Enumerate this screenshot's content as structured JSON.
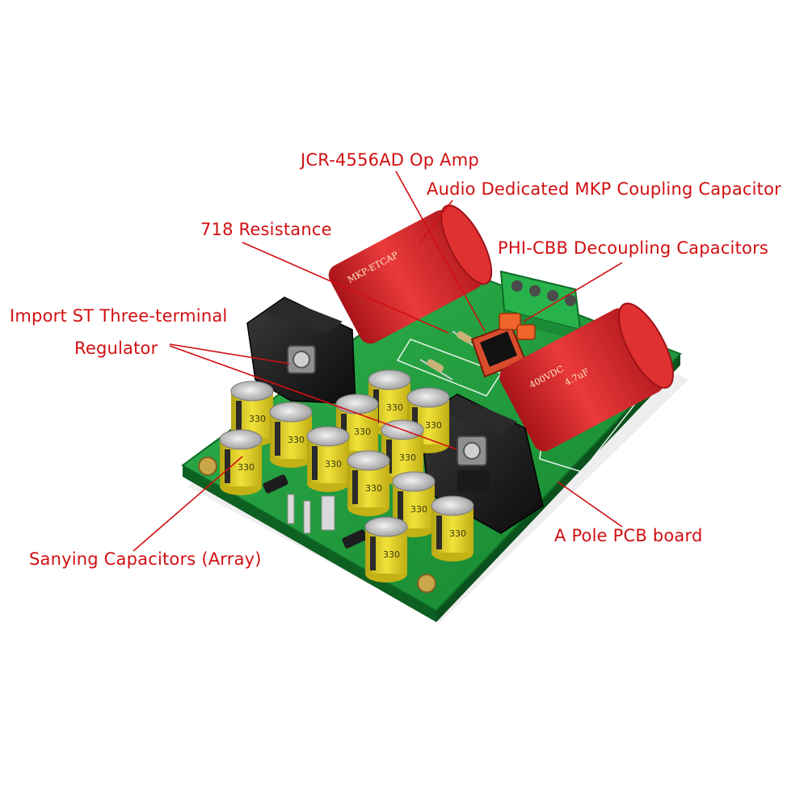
{
  "labels": {
    "op_amp": "JCR-4556AD Op Amp",
    "mkp_coupling": "Audio Dedicated MKP Coupling Capacitor",
    "resistance": "718 Resistance",
    "phi_cbb": "PHI-CBB Decoupling Capacitors",
    "regulator_line1": "Import ST Three-terminal",
    "regulator_line2": "Regulator",
    "pcb_board": "A Pole PCB board",
    "sanying_caps": "Sanying Capacitors (Array)"
  },
  "colors": {
    "label_red": "#d10f12",
    "pcb_green": "#1c9a3a",
    "cap_red": "#d8282a",
    "electrolytic_yellow": "#e6d21a",
    "heatsink_black": "#161616",
    "terminal_green": "#27b04a"
  },
  "components": {
    "mkp_cap_rear_print": "MKP-ETCAP",
    "mkp_cap_front_print": "400VDC",
    "mkp_cap_front_value": "4.7uF",
    "electrolytic_print": "330"
  }
}
